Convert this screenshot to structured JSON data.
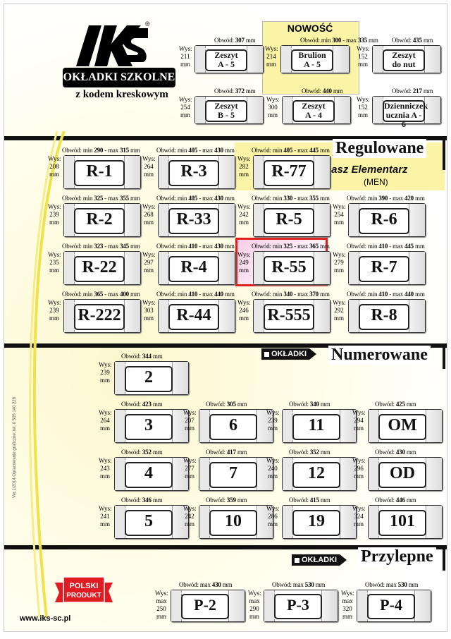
{
  "brand": {
    "logo": "IKS",
    "title": "OKŁADKI SZKOLNE",
    "subtitle": "z kodem kreskowym",
    "reg": "®"
  },
  "labels": {
    "obwod": "Obwód:",
    "wys": "Wys:",
    "mm": "mm"
  },
  "nowosc": "NOWOŚĆ",
  "sections": {
    "regulowane": "Regulowane",
    "elementarz": "nasz Elementarz",
    "men": "(MEN)",
    "okladki": "OKŁADKI",
    "numerowane": "Numerowane",
    "przylepne": "Przylepne"
  },
  "top": [
    {
      "id": "a5",
      "name1": "Zeszyt",
      "name2": "A - 5",
      "obw": "307",
      "wys": "211"
    },
    {
      "id": "bru",
      "name1": "Brulion",
      "name2": "A - 5",
      "obw_pre": "min",
      "obw": "300",
      "obw_max": "335",
      "wys": "214"
    },
    {
      "id": "nut",
      "name1": "Zeszyt",
      "name2": "do nut",
      "obw": "435",
      "wys": "152"
    },
    {
      "id": "b5",
      "name1": "Zeszyt",
      "name2": "B - 5",
      "obw": "372",
      "wys": "254"
    },
    {
      "id": "a4",
      "name1": "Zeszyt",
      "name2": "A - 4",
      "obw": "440",
      "wys": "300"
    },
    {
      "id": "dz",
      "name1": "Dzienniczek",
      "name2": "ucznia A - 6",
      "obw": "217",
      "wys": "152"
    }
  ],
  "regulowane": [
    {
      "n": "R-1",
      "min": "290",
      "max": "315",
      "wys": "208"
    },
    {
      "n": "R-3",
      "min": "405",
      "max": "430",
      "wys": "264"
    },
    {
      "n": "R-77",
      "min": "405",
      "max": "445",
      "wys": "282"
    },
    {
      "n": "R-2",
      "min": "325",
      "max": "355",
      "wys": "239"
    },
    {
      "n": "R-33",
      "min": "405",
      "max": "430",
      "wys": "268"
    },
    {
      "n": "R-5",
      "min": "330",
      "max": "355",
      "wys": "242"
    },
    {
      "n": "R-6",
      "min": "390",
      "max": "420",
      "wys": "254"
    },
    {
      "n": "R-22",
      "min": "323",
      "max": "345",
      "wys": "235"
    },
    {
      "n": "R-4",
      "min": "410",
      "max": "430",
      "wys": "297"
    },
    {
      "n": "R-55",
      "min": "325",
      "max": "365",
      "wys": "249"
    },
    {
      "n": "R-7",
      "min": "410",
      "max": "445",
      "wys": "279"
    },
    {
      "n": "R-222",
      "min": "365",
      "max": "400",
      "wys": "239"
    },
    {
      "n": "R-44",
      "min": "410",
      "max": "440",
      "wys": "303"
    },
    {
      "n": "R-555",
      "min": "340",
      "max": "370",
      "wys": "246"
    },
    {
      "n": "R-8",
      "min": "410",
      "max": "440",
      "wys": "292"
    }
  ],
  "numerowane": [
    {
      "n": "2",
      "obw": "344",
      "wys": "239"
    },
    {
      "n": "3",
      "obw": "423",
      "wys": "264"
    },
    {
      "n": "6",
      "obw": "305",
      "wys": "207"
    },
    {
      "n": "11",
      "obw": "340",
      "wys": "239"
    },
    {
      "n": "OM",
      "obw": "425",
      "wys": "294"
    },
    {
      "n": "4",
      "obw": "352",
      "wys": "243"
    },
    {
      "n": "7",
      "obw": "417",
      "wys": "277"
    },
    {
      "n": "12",
      "obw": "352",
      "wys": "240"
    },
    {
      "n": "OD",
      "obw": "430",
      "wys": "296"
    },
    {
      "n": "5",
      "obw": "346",
      "wys": "241"
    },
    {
      "n": "10",
      "obw": "359",
      "wys": "242"
    },
    {
      "n": "19",
      "obw": "415",
      "wys": "286"
    },
    {
      "n": "101",
      "obw": "446",
      "wys": "324"
    }
  ],
  "przylepne": [
    {
      "n": "P-2",
      "max": "430",
      "wys": "250"
    },
    {
      "n": "P-3",
      "max": "530",
      "wys": "290"
    },
    {
      "n": "P-4",
      "max": "530",
      "wys": "320"
    }
  ],
  "polski": {
    "line1": "POLSKI",
    "line2": "PRODUKT"
  },
  "url": "www.iks-sc.pl",
  "credit": "Ver.1/2014 Opracowanie graficzne: tel. 0 505 140 228"
}
